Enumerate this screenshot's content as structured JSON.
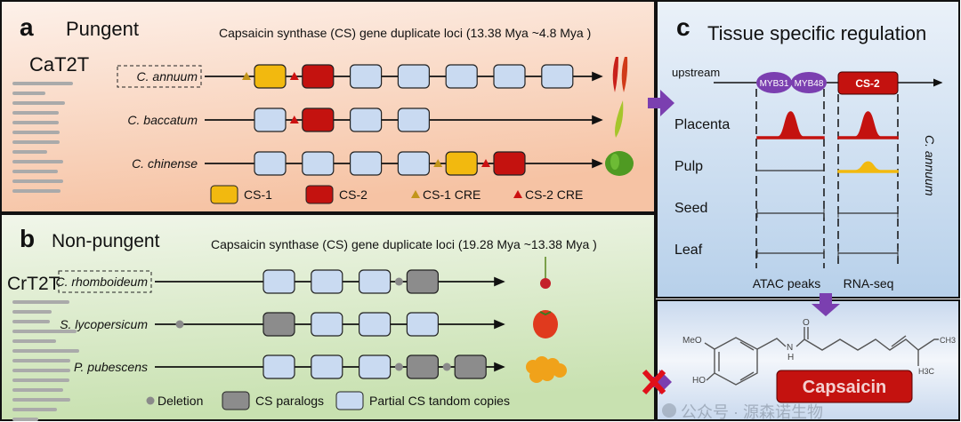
{
  "colors": {
    "cs1": "#f2b90f",
    "cs2": "#c4120f",
    "tandem": "#c9daf1",
    "paralog": "#8c8c8c",
    "cs1_cre": "#c2951a",
    "cs2_cre": "#cc1111",
    "deletion": "#8a8a8a",
    "myb": "#7b3fb0",
    "arrow": "#7b3fb0"
  },
  "panel_a": {
    "letter": "a",
    "title": "Pungent",
    "genome": "CaT2T",
    "subtitle": "Capsaicin synthase (CS) gene duplicate loci (13.38 Mya ~4.8 Mya )",
    "rows": [
      {
        "species": "C. annuum",
        "reference": true,
        "fruit": "red-chili",
        "elements": [
          "cs1-cre",
          "cs1",
          "cs2-cre",
          "cs2",
          "tandem",
          "tandem",
          "tandem",
          "tandem",
          "tandem"
        ]
      },
      {
        "species": "C. baccatum",
        "reference": false,
        "fruit": "green-chili",
        "elements": [
          "tandem",
          "cs2-cre",
          "cs2",
          "tandem",
          "tandem"
        ]
      },
      {
        "species": "C. chinense",
        "reference": false,
        "fruit": "green-pepper",
        "elements": [
          "tandem",
          "tandem",
          "tandem",
          "tandem",
          "cs1-cre",
          "cs1",
          "cs2-cre",
          "cs2"
        ]
      }
    ],
    "legend": [
      {
        "kind": "cs1",
        "label": "CS-1"
      },
      {
        "kind": "cs2",
        "label": "CS-2"
      },
      {
        "kind": "cs1-cre",
        "label": "CS-1 CRE"
      },
      {
        "kind": "cs2-cre",
        "label": "CS-2 CRE"
      }
    ]
  },
  "panel_b": {
    "letter": "b",
    "title": "Non-pungent",
    "genome": "CrT2T",
    "subtitle": "Capsaicin synthase (CS) gene duplicate loci (19.28 Mya ~13.38 Mya )",
    "rows": [
      {
        "species": "C. rhomboideum",
        "reference": true,
        "fruit": "small-red-berry",
        "elements": [
          "tandem",
          "tandem",
          "tandem",
          "deletion",
          "paralog"
        ]
      },
      {
        "species": "S. lycopersicum",
        "reference": false,
        "fruit": "tomato",
        "elements": [
          "deletion",
          "paralog",
          "tandem",
          "tandem",
          "tandem"
        ]
      },
      {
        "species": "P. pubescens",
        "reference": false,
        "fruit": "physalis",
        "elements": [
          "tandem",
          "tandem",
          "tandem",
          "deletion",
          "paralog",
          "deletion",
          "paralog"
        ]
      }
    ],
    "legend": [
      {
        "kind": "deletion",
        "label": "Deletion"
      },
      {
        "kind": "paralog",
        "label": "CS paralogs"
      },
      {
        "kind": "tandem",
        "label": "Partial CS tandom copies"
      }
    ]
  },
  "panel_c": {
    "letter": "c",
    "title": "Tissue specific regulation",
    "upstream": "upstream",
    "tf1": "MYB31",
    "tf2": "MYB48",
    "gene": "CS-2",
    "species": "C. annuum",
    "tissues": [
      {
        "name": "Placenta",
        "atac": 1.0,
        "rna": 1.0,
        "color": "#c4120f"
      },
      {
        "name": "Pulp",
        "atac": 0,
        "rna": 0.35,
        "color": "#f2b90f"
      },
      {
        "name": "Seed",
        "atac": 0,
        "rna": 0,
        "color": "#222"
      },
      {
        "name": "Leaf",
        "atac": 0,
        "rna": 0,
        "color": "#222"
      }
    ],
    "col1": "ATAC peaks",
    "col2": "RNA-seq"
  },
  "panel_d": {
    "product": "Capsaicin",
    "meo": "MeO",
    "ho": "HO",
    "o": "O",
    "n": "N",
    "h": "H",
    "ch3": "CH3",
    "h3c": "H3C",
    "watermark": "公众号 · 源森诺生物"
  }
}
